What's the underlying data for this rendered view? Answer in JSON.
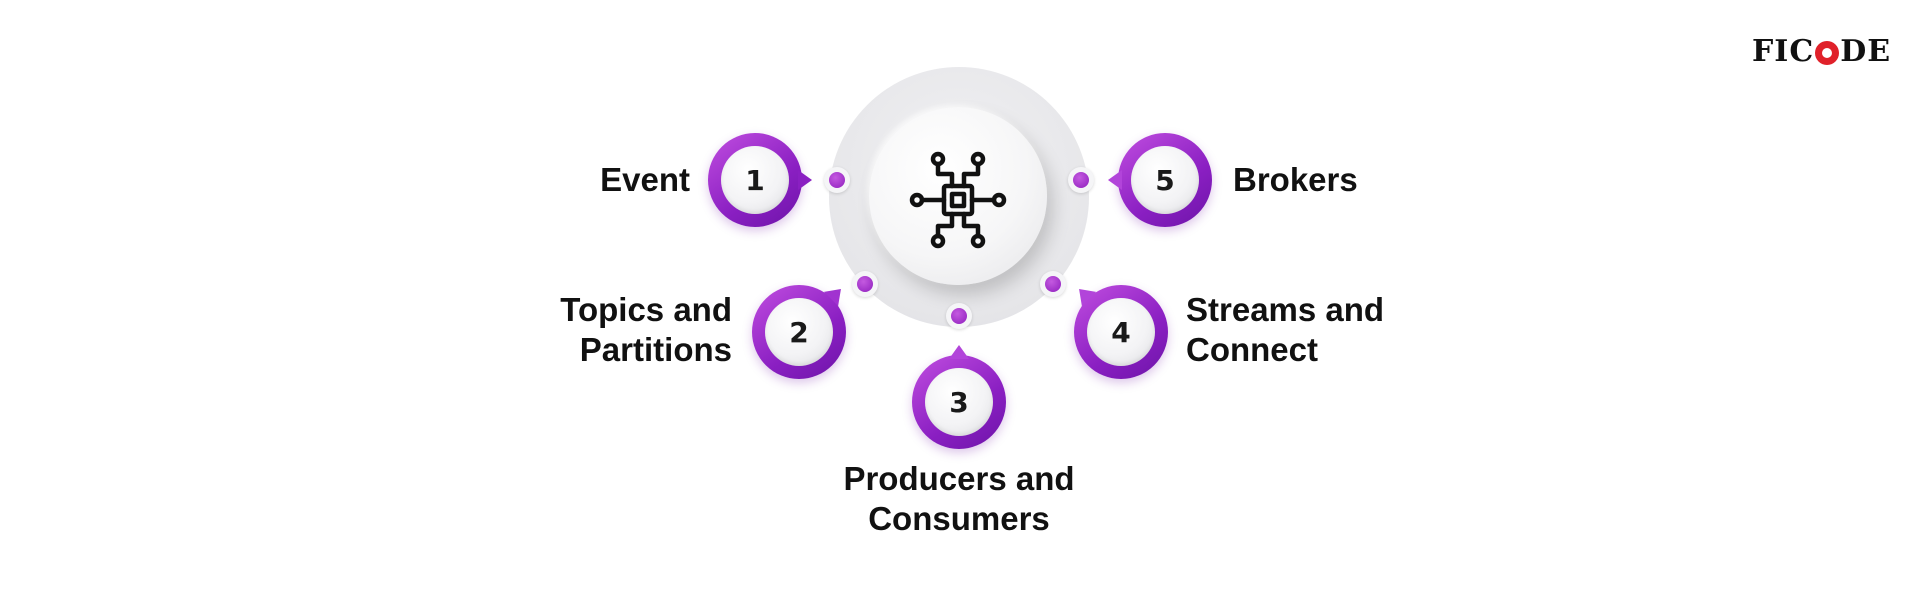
{
  "brand": {
    "logo_prefix": "FI",
    "logo_suffix": "DE",
    "logo_c": "C",
    "accent_color": "#e0212a"
  },
  "diagram": {
    "hub_icon": "circuit-chip-icon",
    "gradient_colors": [
      "#c14ee0",
      "#8a1fc2"
    ],
    "items": [
      {
        "number": "1",
        "label_lines": [
          "Event"
        ]
      },
      {
        "number": "2",
        "label_lines": [
          "Topics and",
          "Partitions"
        ]
      },
      {
        "number": "3",
        "label_lines": [
          "Producers and",
          "Consumers"
        ]
      },
      {
        "number": "4",
        "label_lines": [
          "Streams and",
          "Connect"
        ]
      },
      {
        "number": "5",
        "label_lines": [
          "Brokers"
        ]
      }
    ]
  }
}
